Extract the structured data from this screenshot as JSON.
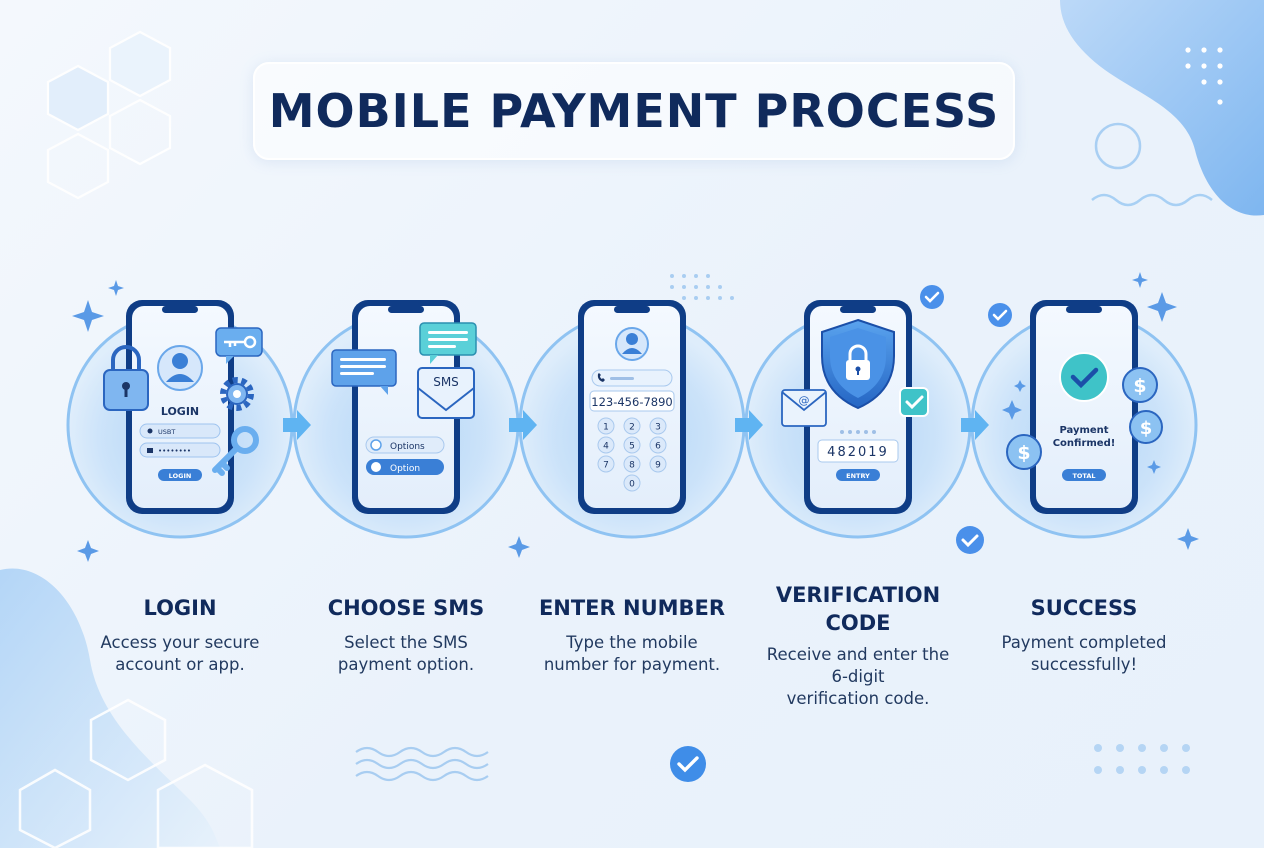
{
  "title": "MOBILE PAYMENT PROCESS",
  "colors": {
    "primary": "#102a5c",
    "accent": "#2f7fd8",
    "light": "#cfe2f7",
    "check": "#3a8ef0"
  },
  "steps": [
    {
      "title": "LOGIN",
      "desc": "Access your secure account or app.",
      "desc_lines": [
        "Access your secure",
        "account or app."
      ]
    },
    {
      "title": "CHOOSE SMS",
      "desc": "Select the SMS payment option.",
      "desc_lines": [
        "Select the SMS",
        "payment option."
      ]
    },
    {
      "title": "ENTER NUMBER",
      "desc": "Type the mobile number for payment.",
      "desc_lines": [
        "Type the mobile",
        "number for payment."
      ]
    },
    {
      "title": "VERIFICATION CODE",
      "title_lines": [
        "VERIFICATION",
        "CODE"
      ],
      "desc": "Receive and enter the 6-digit verification code.",
      "desc_lines": [
        "Receive and enter the",
        "6-digit",
        "verification code."
      ]
    },
    {
      "title": "SUCCESS",
      "desc": "Payment completed successfully!",
      "desc_lines": [
        "Payment completed",
        "successfully!"
      ]
    }
  ],
  "screens": {
    "login": {
      "heading": "LOGIN",
      "user_field": "USBT",
      "password_field": "••••••••",
      "button": "LOGIN"
    },
    "sms": {
      "envelope_label": "SMS",
      "option_1": "Options",
      "option_2": "Option"
    },
    "number": {
      "phone_number": "123-456-7890",
      "keys": [
        "1",
        "2",
        "3",
        "4",
        "5",
        "6",
        "7",
        "8",
        "9",
        "0"
      ]
    },
    "verify": {
      "code": "482019",
      "button": "ENTRY"
    },
    "success": {
      "line_1": "Payment",
      "line_2": "Confirmed!",
      "button": "TOTAL"
    }
  }
}
